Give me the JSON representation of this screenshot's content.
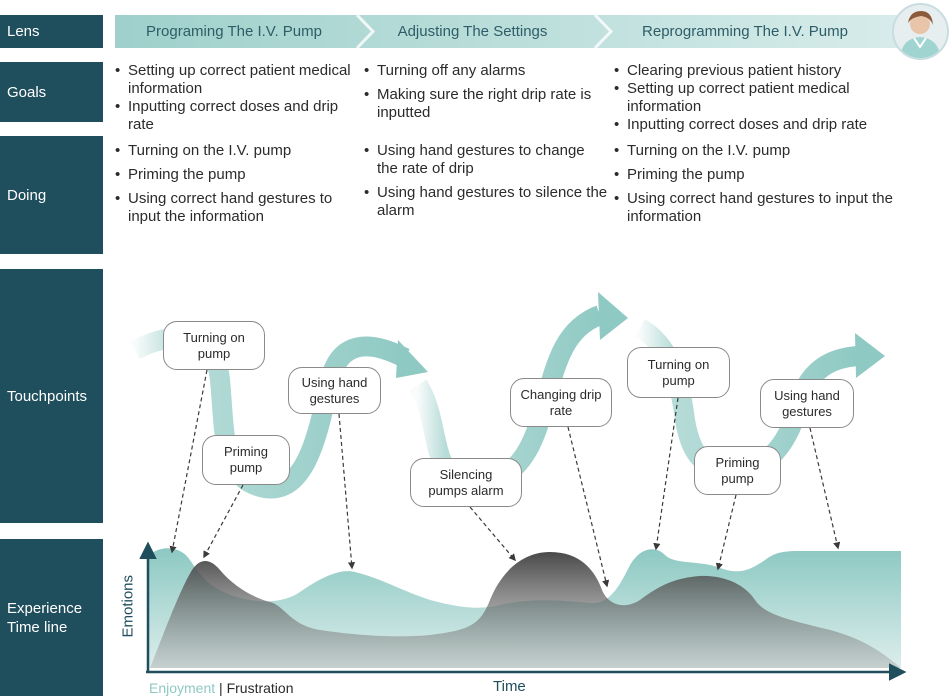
{
  "rows": {
    "lens": "Lens",
    "goals": "Goals",
    "doing": "Doing",
    "touchpoints": "Touchpoints",
    "experience": "Experience\nTime line"
  },
  "lens": [
    "Programing The I.V. Pump",
    "Adjusting The Settings",
    "Reprogramming The I.V. Pump"
  ],
  "goals": {
    "col1": [
      "Setting up correct patient medical information",
      "Inputting correct doses and drip rate"
    ],
    "col2": [
      "Turning off any alarms",
      "Making sure the right drip rate is inputted"
    ],
    "col3": [
      "Clearing previous patient history",
      "Setting up correct patient medical information",
      "Inputting correct doses and drip rate"
    ]
  },
  "doing": {
    "col1": [
      "Turning on the I.V. pump",
      "Priming the pump",
      "Using correct hand gestures to input the information"
    ],
    "col2": [
      "Using hand gestures to change the rate of drip",
      "Using hand gestures to silence the alarm"
    ],
    "col3": [
      "Turning on the I.V. pump",
      "Priming the pump",
      "Using correct hand gestures to input the information"
    ]
  },
  "touchpoints": [
    "Turning on pump",
    "Priming pump",
    "Using hand gestures",
    "Silencing pumps alarm",
    "Changing drip rate",
    "Turning on pump",
    "Priming pump",
    "Using hand gestures"
  ],
  "timeline": {
    "y_axis": "Emotions",
    "x_axis": "Time",
    "legend_enjoyment": "Enjoyment",
    "legend_separator": " | ",
    "legend_frustration": "Frustration"
  },
  "colors": {
    "label_bg": "#1f4e5c",
    "enjoyment": "#8fc9c3",
    "frustration": "#4a4a4a",
    "axis": "#1f4e5c"
  },
  "icons": {
    "avatar": "nurse-avatar-icon"
  }
}
